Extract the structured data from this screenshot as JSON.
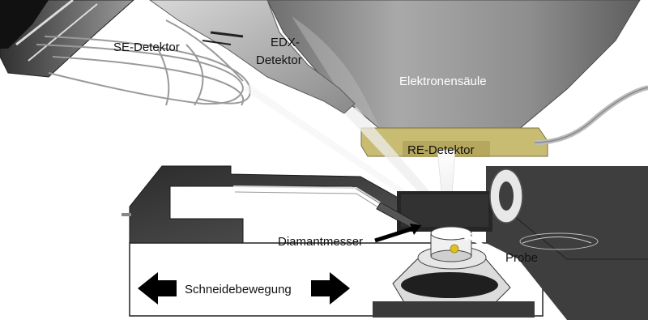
{
  "labels": {
    "se_detector": "SE-Detektor",
    "edx_detector_line1": "EDX-",
    "edx_detector_line2": "Detektor",
    "electron_column": "Elektronensäule",
    "re_detector": "RE-Detektor",
    "diamond_knife": "Diamantmesser",
    "sample": "Probe",
    "cutting_motion": "Schneidebewegung"
  },
  "colors": {
    "background": "#ffffff",
    "column_gray": "#8c8c8c",
    "stage_dark": "#3a3a3a",
    "re_detector_fill": "#c8bb72",
    "sample_dot": "#e0c020",
    "beam": "#f2f2f2",
    "arrow": "#000000"
  },
  "icons": {
    "left_arrow": "left-arrow-icon",
    "right_arrow": "right-arrow-icon"
  }
}
